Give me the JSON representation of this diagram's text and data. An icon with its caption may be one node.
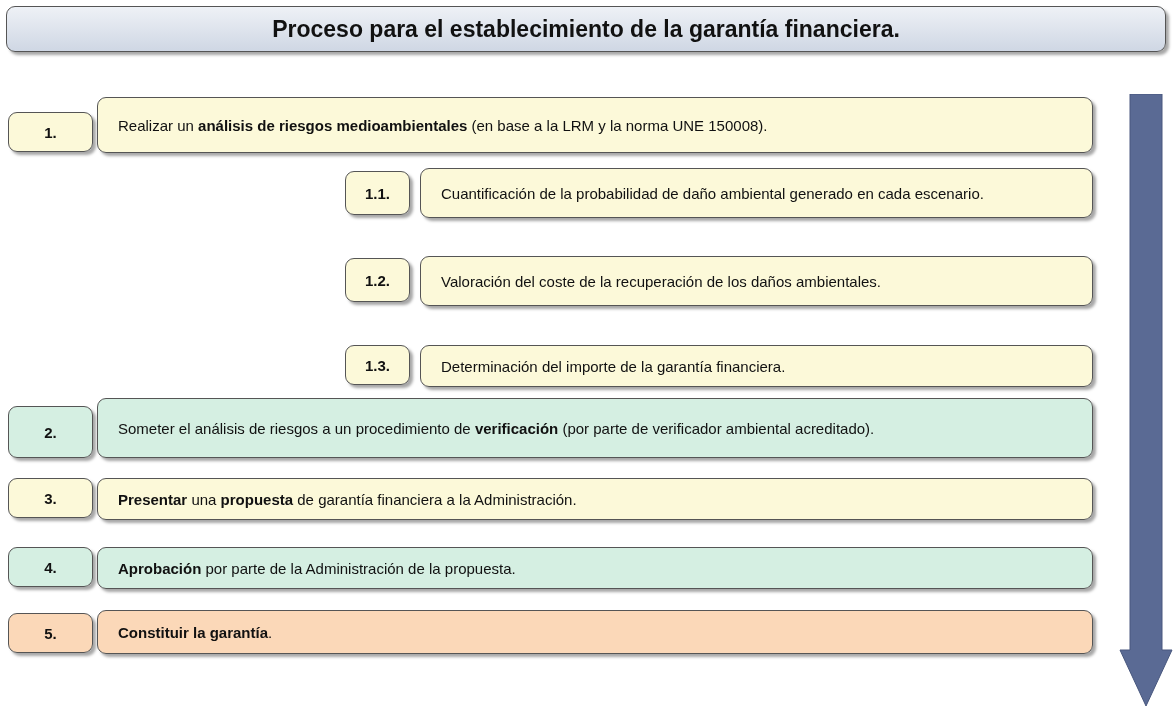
{
  "diagram": {
    "nodes": [
      {
        "text": [
          "Proceso para el establecimiento de la garantía financiera."
        ]
      },
      {
        "text": [
          "1."
        ]
      },
      {
        "text": [
          "Realizar un **análisis de riesgos medioambientales** (en base a la LRM y la norma UNE 150008)."
        ]
      },
      {
        "text": [
          "1.1."
        ]
      },
      {
        "text": [
          "Cuantificación de la probabilidad de daño ambiental generado en cada escenario."
        ]
      },
      {
        "text": [
          "1.2."
        ]
      },
      {
        "text": [
          "Valoración del coste de la recuperación de los daños ambientales."
        ]
      },
      {
        "text": [
          "1.3."
        ]
      },
      {
        "text": [
          "Determinación del importe de la garantía financiera."
        ]
      },
      {
        "text": [
          "2."
        ]
      },
      {
        "text": [
          "Someter el análisis de riesgos a un procedimiento de **verificación** (por parte de verificador ambiental acreditado)."
        ]
      },
      {
        "text": [
          "3."
        ]
      },
      {
        "text": [
          "**Presentar** una **propuesta** de garantía financiera a la Administración."
        ]
      },
      {
        "text": [
          "4."
        ]
      },
      {
        "text": [
          "**Aprobación** por parte de la Administración de la propuesta."
        ]
      },
      {
        "text": [
          "5."
        ]
      },
      {
        "text": [
          "**Constituir la garantía**."
        ]
      }
    ]
  }
}
